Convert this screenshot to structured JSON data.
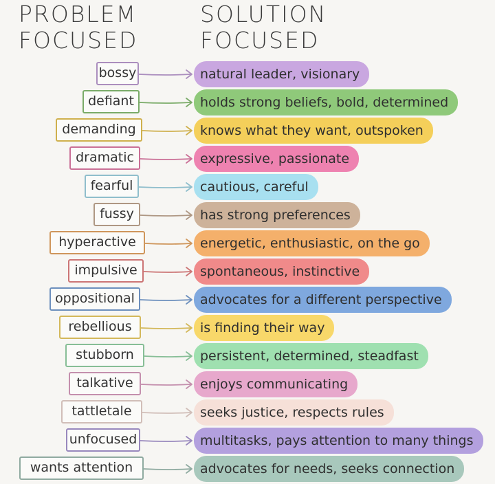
{
  "header": {
    "problem_line1": "PROBLEM",
    "problem_line2": "FOCUSED",
    "solution_line1": "SOLUTION",
    "solution_line2": "FOCUSED"
  },
  "rows": [
    {
      "problem": "bossy",
      "solution": "natural leader, visionary",
      "color": "#c9a7e0"
    },
    {
      "problem": "defiant",
      "solution": "holds strong beliefs, bold, determined",
      "color": "#8fc97a"
    },
    {
      "problem": "demanding",
      "solution": "knows what they want, outspoken",
      "color": "#f4cf5a"
    },
    {
      "problem": "dramatic",
      "solution": "expressive, passionate",
      "color": "#ee82b0"
    },
    {
      "problem": "fearful",
      "solution": "cautious, careful",
      "color": "#a8e0f0"
    },
    {
      "problem": "fussy",
      "solution": "has strong preferences",
      "color": "#cdb29a"
    },
    {
      "problem": "hyperactive",
      "solution": "energetic, enthusiastic, on the go",
      "color": "#f4b06b"
    },
    {
      "problem": "impulsive",
      "solution": "spontaneous, instinctive",
      "color": "#f08a8a"
    },
    {
      "problem": "oppositional",
      "solution": "advocates for a different perspective",
      "color": "#7fa8de"
    },
    {
      "problem": "rebellious",
      "solution": "is finding their way",
      "color": "#f8d86a"
    },
    {
      "problem": "stubborn",
      "solution": "persistent, determined, steadfast",
      "color": "#9fe0b0"
    },
    {
      "problem": "talkative",
      "solution": "enjoys communicating",
      "color": "#e7a8cc"
    },
    {
      "problem": "tattletale",
      "solution": "seeks justice, respects rules",
      "color": "#f6e0d8"
    },
    {
      "problem": "unfocused",
      "solution": "multitasks, pays attention to many things",
      "color": "#b3a0de"
    },
    {
      "problem": "wants attention",
      "solution": "advocates for needs, seeks connection",
      "color": "#a8c8bc"
    }
  ]
}
